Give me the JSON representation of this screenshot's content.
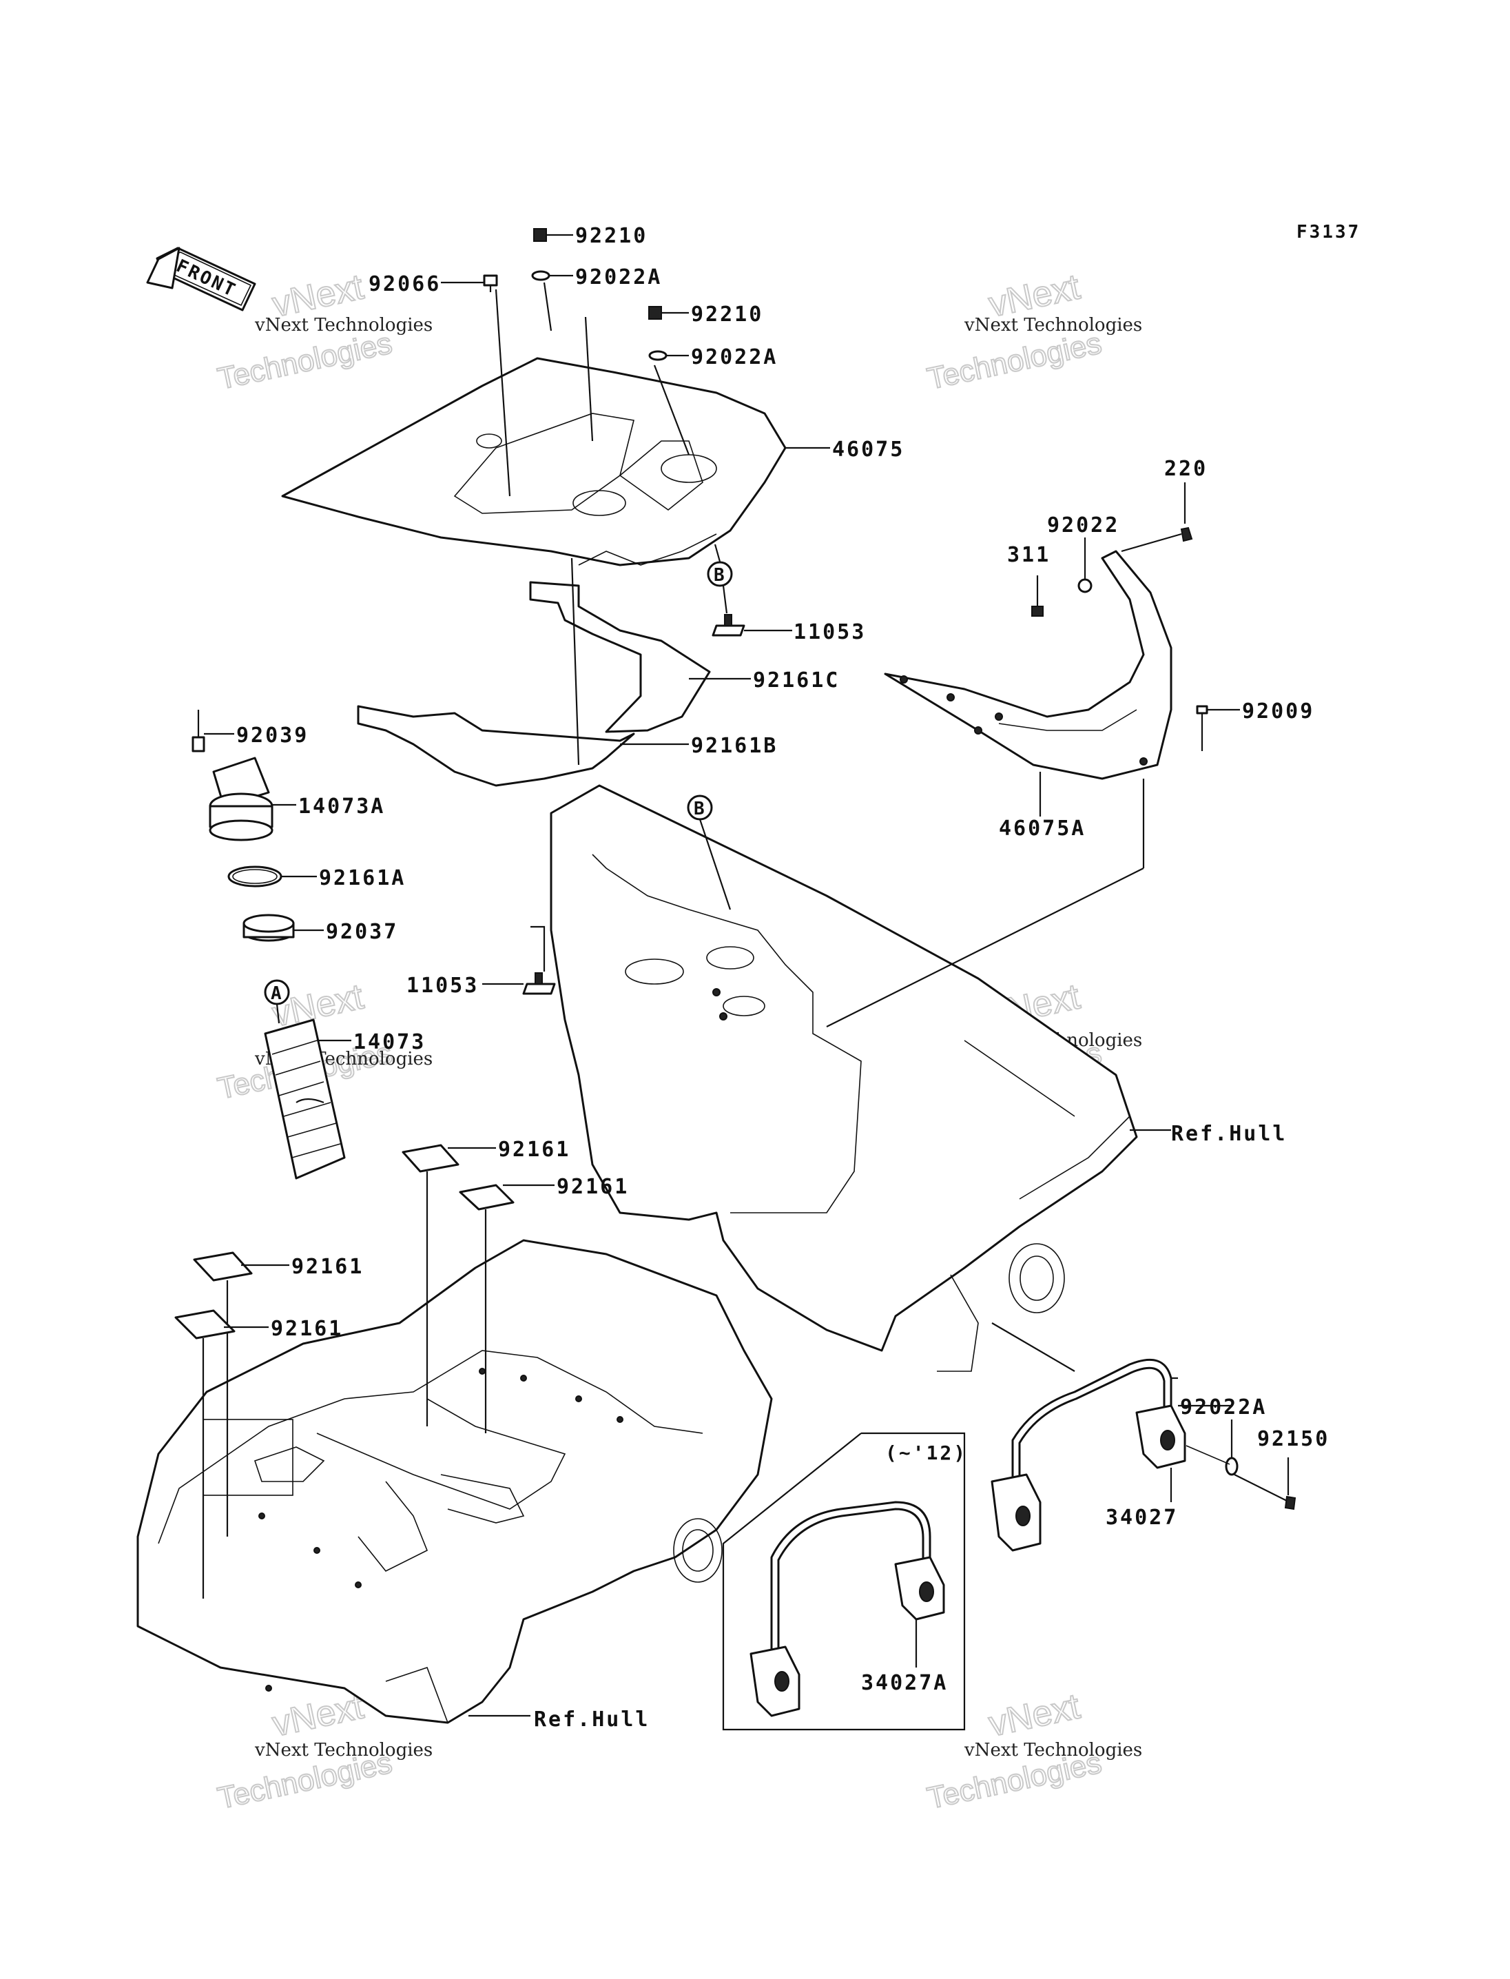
{
  "figure_code": "F3137",
  "front_arrow_label": "FRONT",
  "watermark": {
    "line1": "vNext Technologies",
    "line2": "vNext",
    "line3": "Technologies"
  },
  "callouts": {
    "ref_a": "A",
    "ref_b": "B",
    "date_range": "(~'12)"
  },
  "parts": {
    "p92210a": "92210",
    "p92022Aa": "92022A",
    "p92066": "92066",
    "p92210b": "92210",
    "p92022Ab": "92022A",
    "p46075": "46075",
    "p11053a": "11053",
    "p92161C": "92161C",
    "p92161B": "92161B",
    "p92039": "92039",
    "p14073A": "14073A",
    "p92161A": "92161A",
    "p92037": "92037",
    "p11053b": "11053",
    "p14073": "14073",
    "p220": "220",
    "p92022": "92022",
    "p311": "311",
    "p92009": "92009",
    "p46075A": "46075A",
    "pRefHull1": "Ref.Hull",
    "p92161a": "92161",
    "p92161b": "92161",
    "p92161c": "92161",
    "p92161d": "92161",
    "p92022Ac": "92022A",
    "p92150": "92150",
    "p34027": "34027",
    "p34027A": "34027A",
    "pRefHull2": "Ref.Hull"
  }
}
